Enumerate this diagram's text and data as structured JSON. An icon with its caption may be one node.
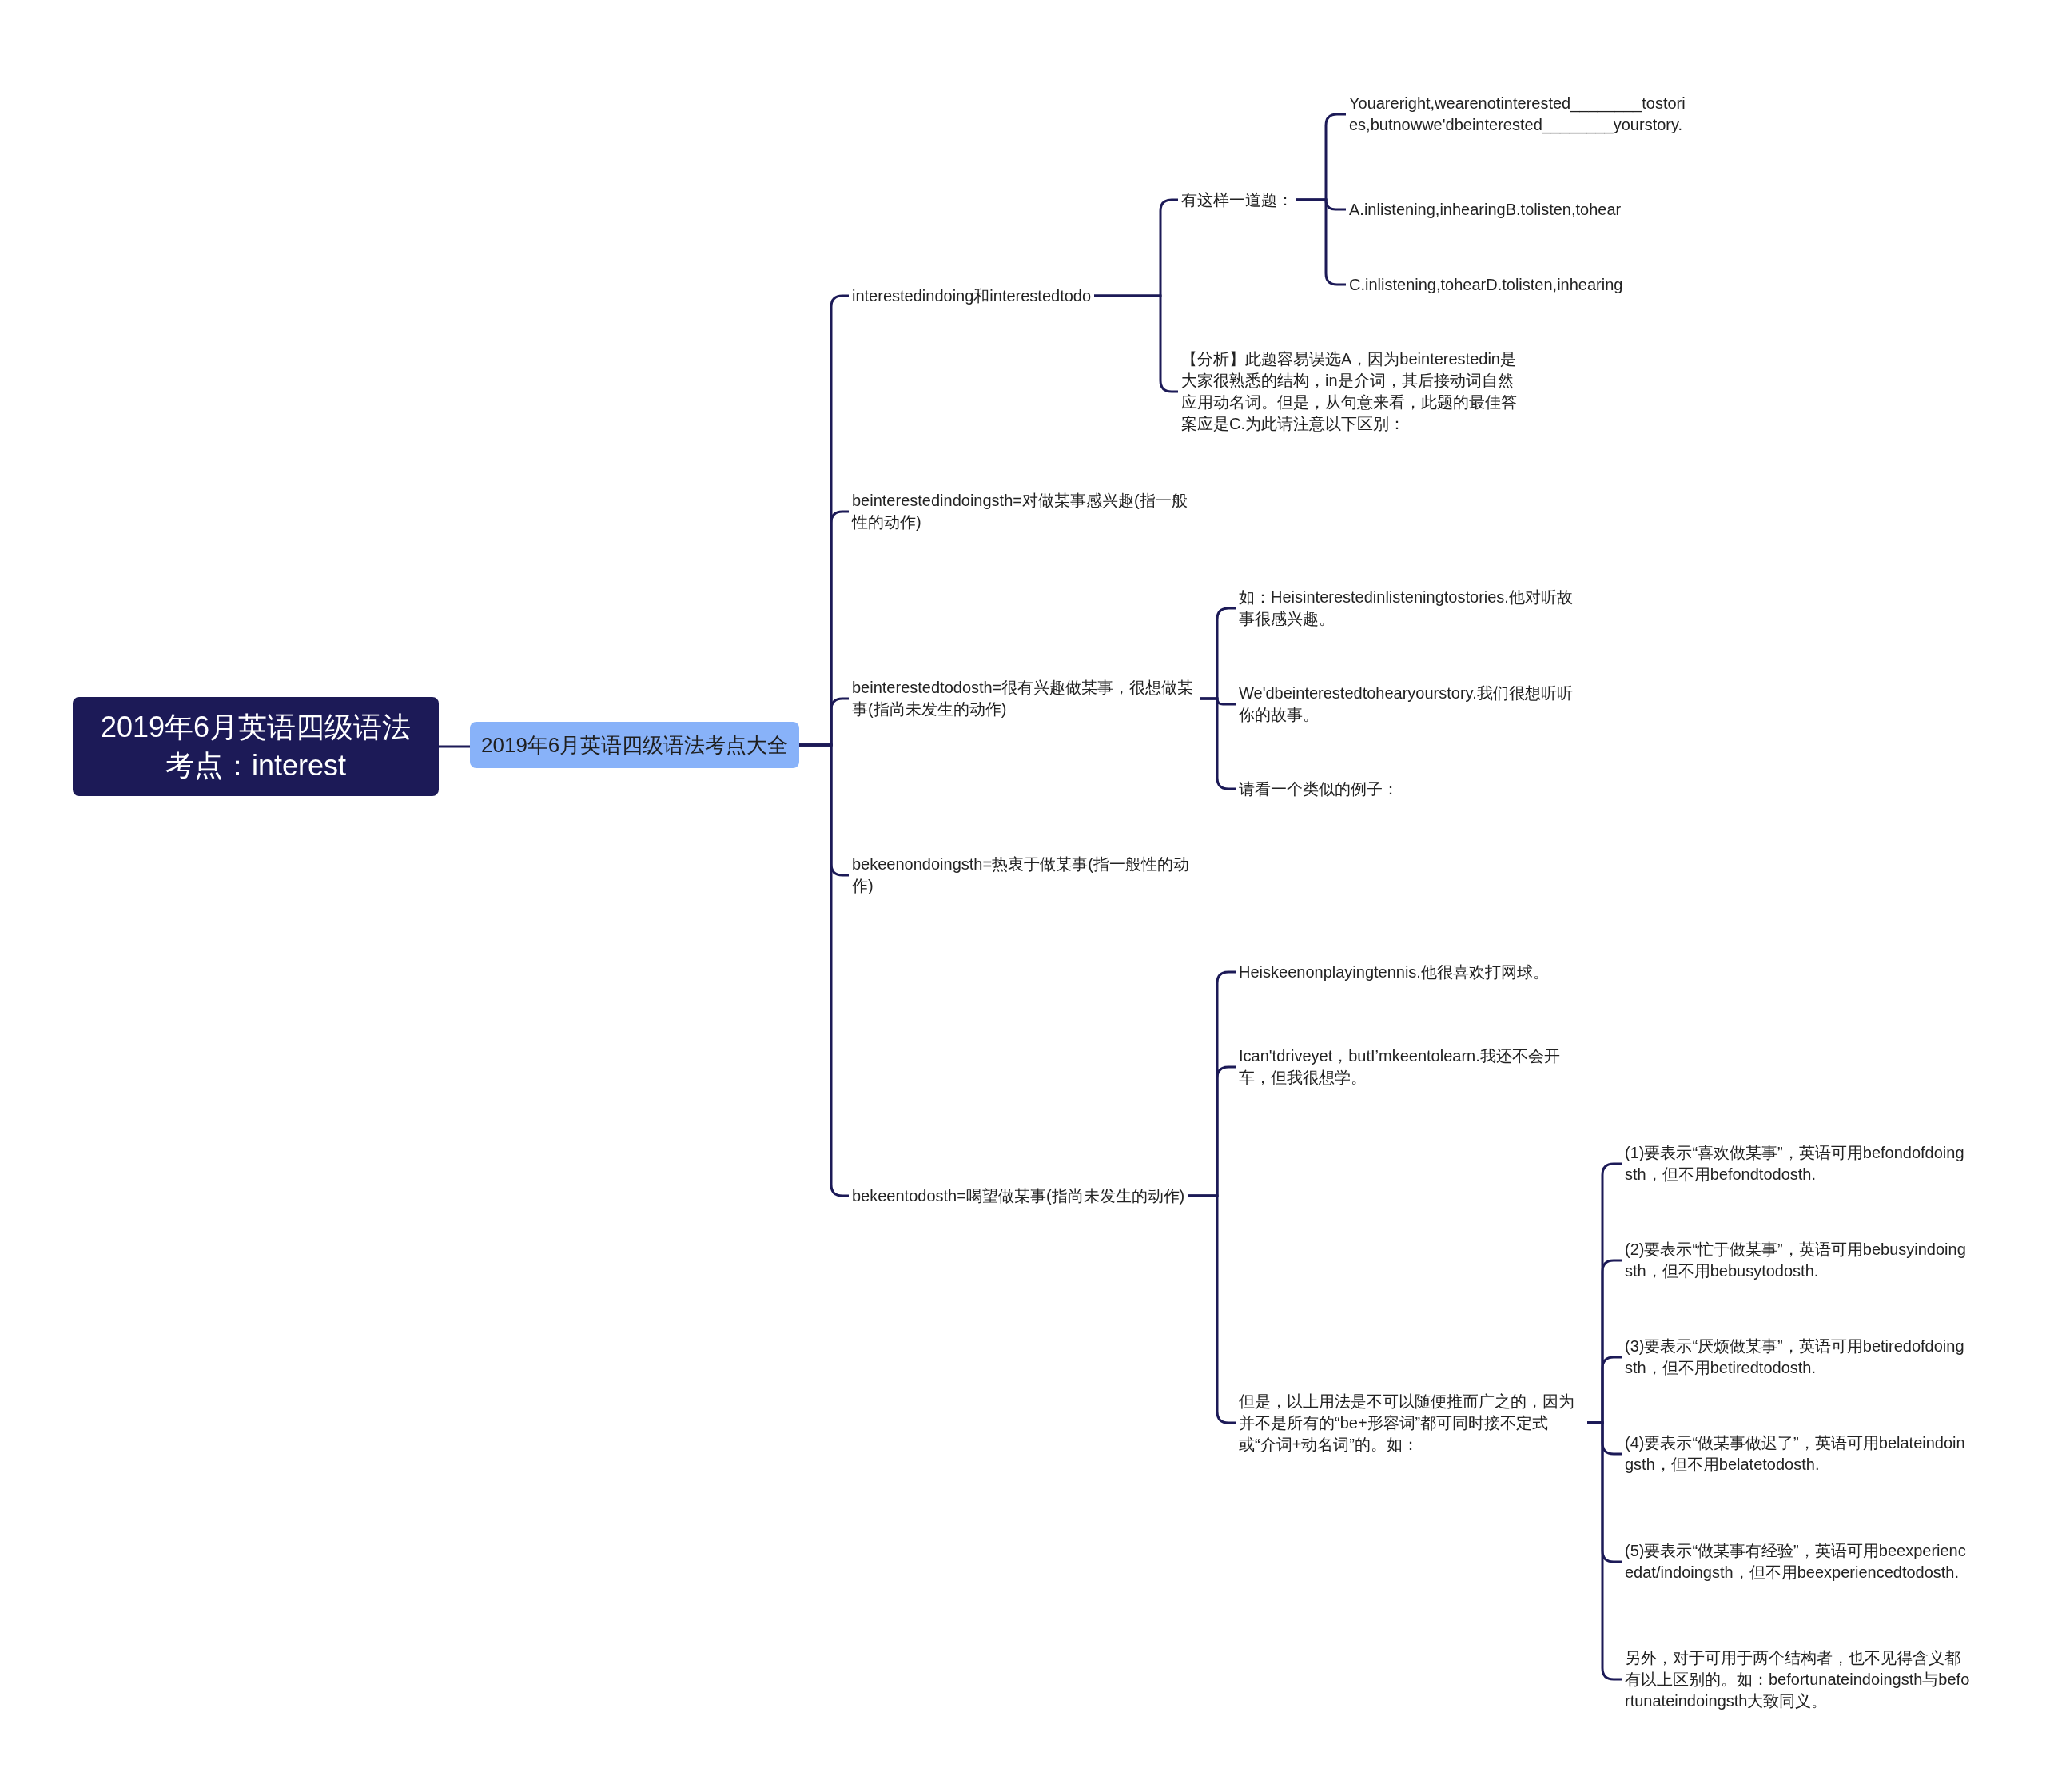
{
  "diagram": {
    "nodes": [
      {
        "text": [
          "2019年6月英语四级语法考点：interest"
        ]
      },
      {
        "text": [
          "2019年6月英语四级语法考点大全"
        ]
      },
      {
        "text": [
          "interestedindoing和interestedtodo"
        ]
      },
      {
        "text": [
          "有这样一道题："
        ]
      },
      {
        "text": [
          "Youareright,wearenotinterested________tostories,butnowwe'dbeinterested________yourstory."
        ]
      },
      {
        "text": [
          "A.inlistening,inhearingB.tolisten,tohear"
        ]
      },
      {
        "text": [
          "C.inlistening,tohearD.tolisten,inhearing"
        ]
      },
      {
        "text": [
          "【分析】此题容易误选A，因为beinterestedin是大家很熟悉的结构，in是介词，其后接动词自然应用动名词。但是，从句意来看，此题的最佳答案应是C.为此请注意以下区别："
        ]
      },
      {
        "text": [
          "beinterestedindoingsth=对做某事感兴趣(指一般性的动作)"
        ]
      },
      {
        "text": [
          "beinterestedtodosth=很有兴趣做某事，很想做某事(指尚未发生的动作)"
        ]
      },
      {
        "text": [
          "如：Heisinterestedinlisteningtostories.他对听故事很感兴趣。"
        ]
      },
      {
        "text": [
          "We'dbeinterestedtohearyourstory.我们很想听听你的故事。"
        ]
      },
      {
        "text": [
          "请看一个类似的例子："
        ]
      },
      {
        "text": [
          "bekeenondoingsth=热衷于做某事(指一般性的动作)"
        ]
      },
      {
        "text": [
          "bekeentodosth=喝望做某事(指尚未发生的动作)"
        ]
      },
      {
        "text": [
          "Heiskeenonplayingtennis.他很喜欢打网球。"
        ]
      },
      {
        "text": [
          "Ican'tdriveyet，butI’mkeentolearn.我还不会开车，但我很想学。"
        ]
      },
      {
        "text": [
          "但是，以上用法是不可以随便推而广之的，因为并不是所有的“be+形容词”都可同时接不定式或“介词+动名词”的。如："
        ]
      },
      {
        "text": [
          "(1)要表示“喜欢做某事”，英语可用befondofdoingsth，但不用befondtodosth."
        ]
      },
      {
        "text": [
          "(2)要表示“忙于做某事”，英语可用bebusyindoingsth，但不用bebusytodosth."
        ]
      },
      {
        "text": [
          "(3)要表示“厌烦做某事”，英语可用betiredofdoingsth，但不用betiredtodosth."
        ]
      },
      {
        "text": [
          "(4)要表示“做某事做迟了”，英语可用belateindoingsth，但不用belatetodosth."
        ]
      },
      {
        "text": [
          "(5)要表示“做某事有经验”，英语可用beexperiencedat/indoingsth，但不用beexperiencedtodosth."
        ]
      },
      {
        "text": [
          "另外，对于可用于两个结构者，也不见得含义都有以上区别的。如：befortunateindoingsth与befortunateindoingsth大致同义。"
        ]
      }
    ],
    "edges": [
      {
        "from": 0,
        "to": 1,
        "arrow": "none"
      },
      {
        "from": 1,
        "to": 2,
        "arrow": "none"
      },
      {
        "from": 2,
        "to": 3,
        "arrow": "none"
      },
      {
        "from": 3,
        "to": 4,
        "arrow": "none"
      },
      {
        "from": 3,
        "to": 5,
        "arrow": "none"
      },
      {
        "from": 3,
        "to": 6,
        "arrow": "none"
      },
      {
        "from": 2,
        "to": 7,
        "arrow": "none"
      },
      {
        "from": 1,
        "to": 8,
        "arrow": "none"
      },
      {
        "from": 1,
        "to": 9,
        "arrow": "none"
      },
      {
        "from": 9,
        "to": 10,
        "arrow": "none"
      },
      {
        "from": 9,
        "to": 11,
        "arrow": "none"
      },
      {
        "from": 9,
        "to": 12,
        "arrow": "none"
      },
      {
        "from": 1,
        "to": 13,
        "arrow": "none"
      },
      {
        "from": 1,
        "to": 14,
        "arrow": "none"
      },
      {
        "from": 14,
        "to": 15,
        "arrow": "none"
      },
      {
        "from": 14,
        "to": 16,
        "arrow": "none"
      },
      {
        "from": 14,
        "to": 17,
        "arrow": "none"
      },
      {
        "from": 17,
        "to": 18,
        "arrow": "none"
      },
      {
        "from": 17,
        "to": 19,
        "arrow": "none"
      },
      {
        "from": 17,
        "to": 20,
        "arrow": "none"
      },
      {
        "from": 17,
        "to": 21,
        "arrow": "none"
      },
      {
        "from": 17,
        "to": 22,
        "arrow": "none"
      },
      {
        "from": 17,
        "to": 23,
        "arrow": "none"
      }
    ]
  }
}
